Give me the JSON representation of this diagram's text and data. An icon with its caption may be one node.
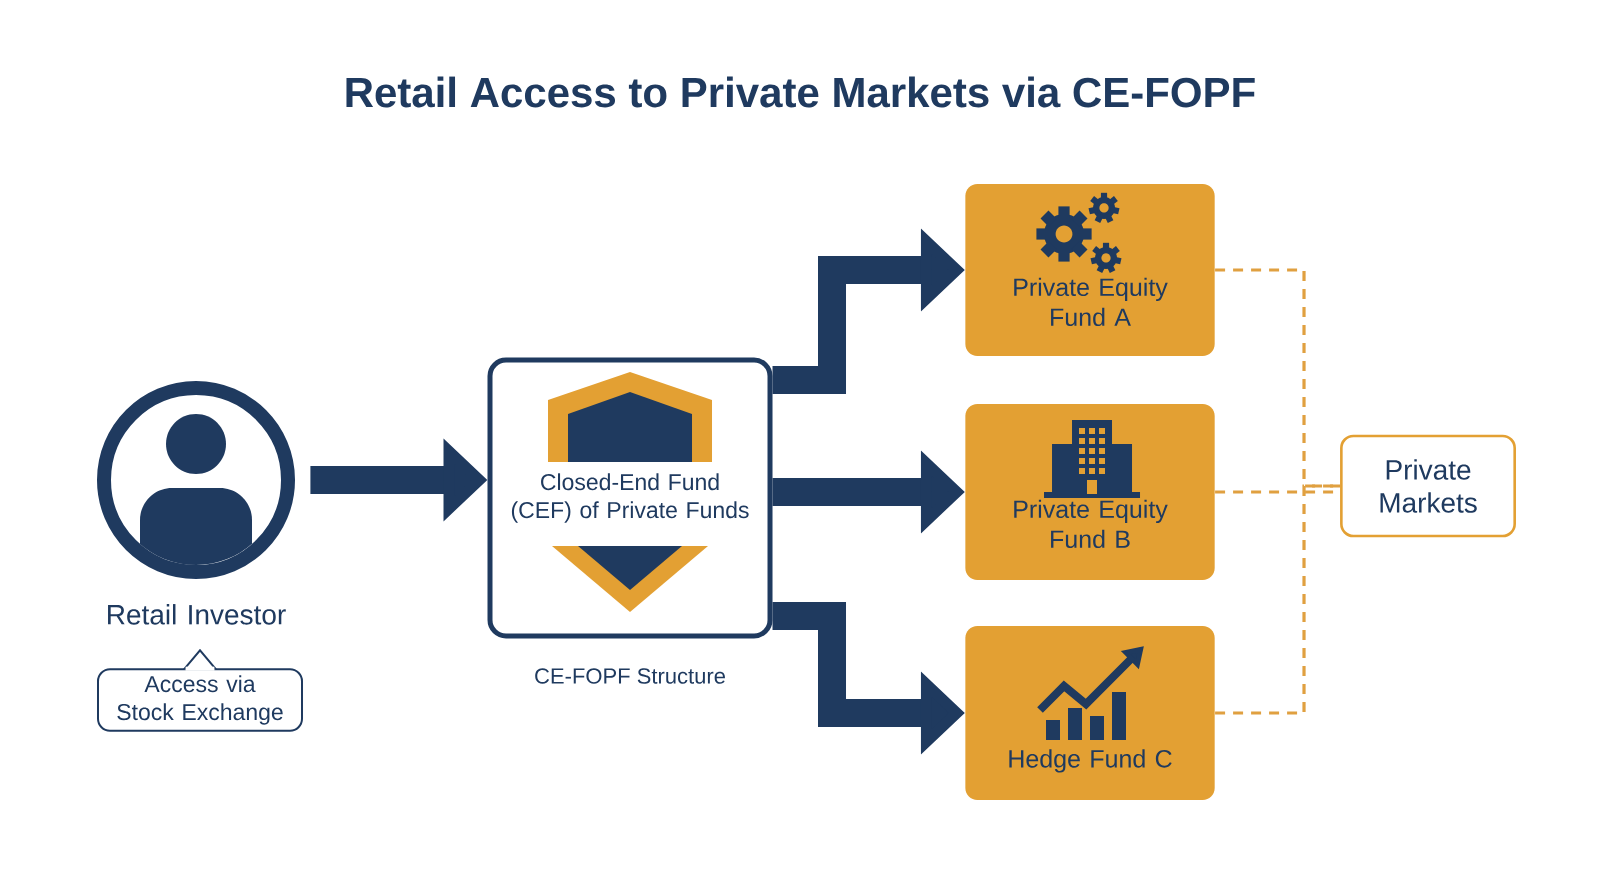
{
  "diagram": {
    "title": "Retail Access to Private Markets via CE-FOPF",
    "nodes": [
      {
        "text": [
          "Retail Investor"
        ]
      },
      {
        "text": [
          "Access via Stock Exchange"
        ]
      },
      {
        "text": [
          "Closed-End Fund (CEF) of Private Funds"
        ],
        "beside": [
          "CE-FOPF Structure"
        ]
      },
      {
        "text": [
          "Private Equity Fund A"
        ]
      },
      {
        "text": [
          "Private Equity Fund B"
        ]
      },
      {
        "text": [
          "Hedge Fund C"
        ]
      },
      {
        "text": [
          "Private Markets"
        ]
      }
    ],
    "edges": [
      {
        "from": 0,
        "to": 2,
        "arrow": "to"
      },
      {
        "from": 2,
        "to": 3,
        "arrow": "to"
      },
      {
        "from": 2,
        "to": 4,
        "arrow": "to"
      },
      {
        "from": 2,
        "to": 5,
        "arrow": "to"
      },
      {
        "from": 3,
        "to": 6,
        "arrow": "none",
        "style": "dashed",
        "color": "#e0a040"
      },
      {
        "from": 4,
        "to": 6,
        "arrow": "none",
        "style": "dashed",
        "color": "#e0a040"
      },
      {
        "from": 5,
        "to": 6,
        "arrow": "none",
        "style": "dashed",
        "color": "#e0a040"
      }
    ]
  }
}
